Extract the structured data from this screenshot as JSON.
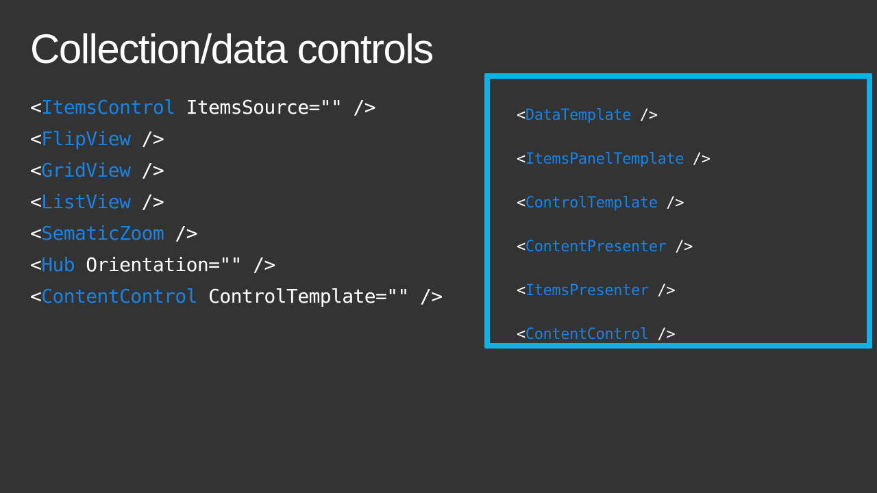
{
  "slide": {
    "title": "Collection/data controls",
    "left_code": [
      {
        "open": "<",
        "tag": "ItemsControl",
        "rest": " ItemsSource=\"\" />"
      },
      {
        "open": "<",
        "tag": "FlipView",
        "rest": " />"
      },
      {
        "open": "<",
        "tag": "GridView",
        "rest": " />"
      },
      {
        "open": "<",
        "tag": "ListView",
        "rest": " />"
      },
      {
        "open": "<",
        "tag": "SematicZoom",
        "rest": " />"
      },
      {
        "open": "<",
        "tag": "Hub",
        "rest": " Orientation=\"\" />"
      },
      {
        "open": "<",
        "tag": "ContentControl",
        "rest": " ControlTemplate=\"\" />"
      }
    ],
    "right_code": [
      {
        "open": "<",
        "tag": "DataTemplate",
        "rest": " />"
      },
      {
        "open": "<",
        "tag": "ItemsPanelTemplate",
        "rest": " />"
      },
      {
        "open": "<",
        "tag": "ControlTemplate",
        "rest": " />"
      },
      {
        "open": "<",
        "tag": "ContentPresenter",
        "rest": " />"
      },
      {
        "open": "<",
        "tag": "ItemsPresenter",
        "rest": " />"
      },
      {
        "open": "<",
        "tag": "ContentControl",
        "rest": " />"
      }
    ]
  },
  "colors": {
    "background": "#333333",
    "text": "#ffffff",
    "tag": "#1a82e2",
    "box_border": "#0fb2e6"
  }
}
